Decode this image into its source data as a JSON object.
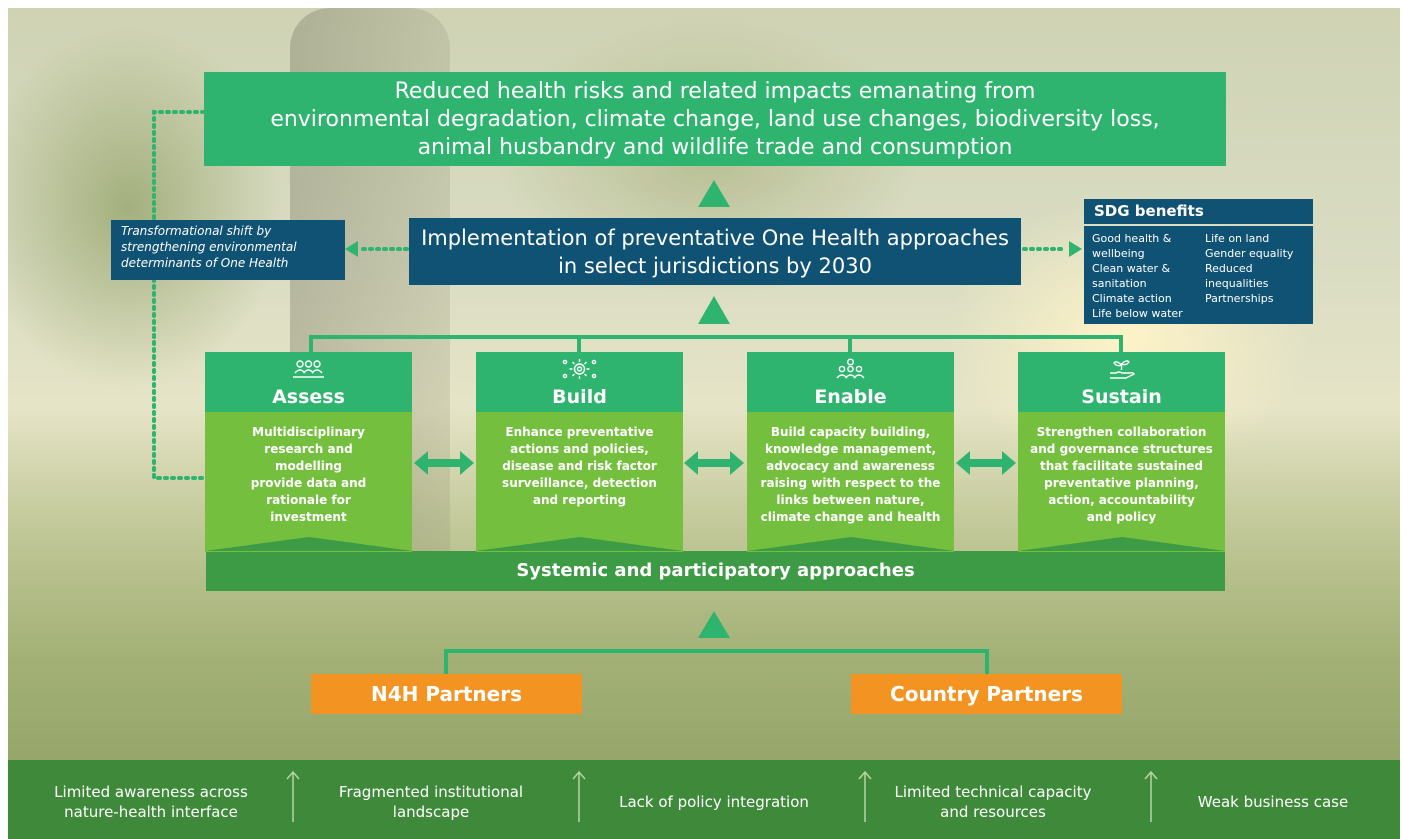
{
  "goal": {
    "lines": [
      "Reduced health risks and related impacts emanating from",
      "environmental degradation, climate change, land use changes, biodiversity loss,",
      "animal husbandry and wildlife trade and consumption"
    ]
  },
  "implementation": {
    "lines": [
      "Implementation of preventative One Health approaches",
      "in select jurisdictions by 2030"
    ]
  },
  "shift": {
    "lines": [
      "Transformational shift by",
      "strengthening environmental",
      "determinants of One Health"
    ]
  },
  "sdg": {
    "title": "SDG benefits",
    "col1": [
      "Good health &",
      "wellbeing",
      "Clean water &",
      "sanitation",
      "Climate action",
      "Life below water"
    ],
    "col2": [
      "Life on land",
      "Gender equality",
      "Reduced",
      "inequalities",
      "Partnerships"
    ]
  },
  "pillars": [
    {
      "icon": "people-group-icon",
      "title": "Assess",
      "lines": [
        "Multidisciplinary",
        "research and",
        "modelling",
        "provide data and",
        "rationale for",
        "investment"
      ]
    },
    {
      "icon": "network-gear-icon",
      "title": "Build",
      "lines": [
        "Enhance preventative",
        "actions and policies,",
        "disease and risk factor",
        "surveillance, detection",
        "and reporting"
      ]
    },
    {
      "icon": "team-icon",
      "title": "Enable",
      "lines": [
        "Build capacity building,",
        "knowledge management,",
        "advocacy and awareness",
        "raising with respect to the",
        "links between nature,",
        "climate change and health"
      ]
    },
    {
      "icon": "hand-plant-icon",
      "title": "Sustain",
      "lines": [
        "Strengthen collaboration",
        "and governance structures",
        "that facilitate sustained",
        "preventative planning,",
        "action, accountability",
        "and policy"
      ]
    }
  ],
  "systemic": "Systemic and participatory approaches",
  "partners": {
    "n4h": "N4H Partners",
    "country": "Country Partners"
  },
  "barriers": [
    [
      "Limited awareness across",
      "nature-health interface"
    ],
    [
      "Fragmented institutional",
      "landscape"
    ],
    [
      "Lack of policy integration"
    ],
    [
      "Limited technical capacity",
      "and resources"
    ],
    [
      "Weak business case"
    ]
  ],
  "colors": {
    "green": "#2eb46e",
    "light_green": "#75bf3f",
    "navy": "#0f5274",
    "orange": "#f39322",
    "bottom_bar": "#3e8a3a"
  }
}
